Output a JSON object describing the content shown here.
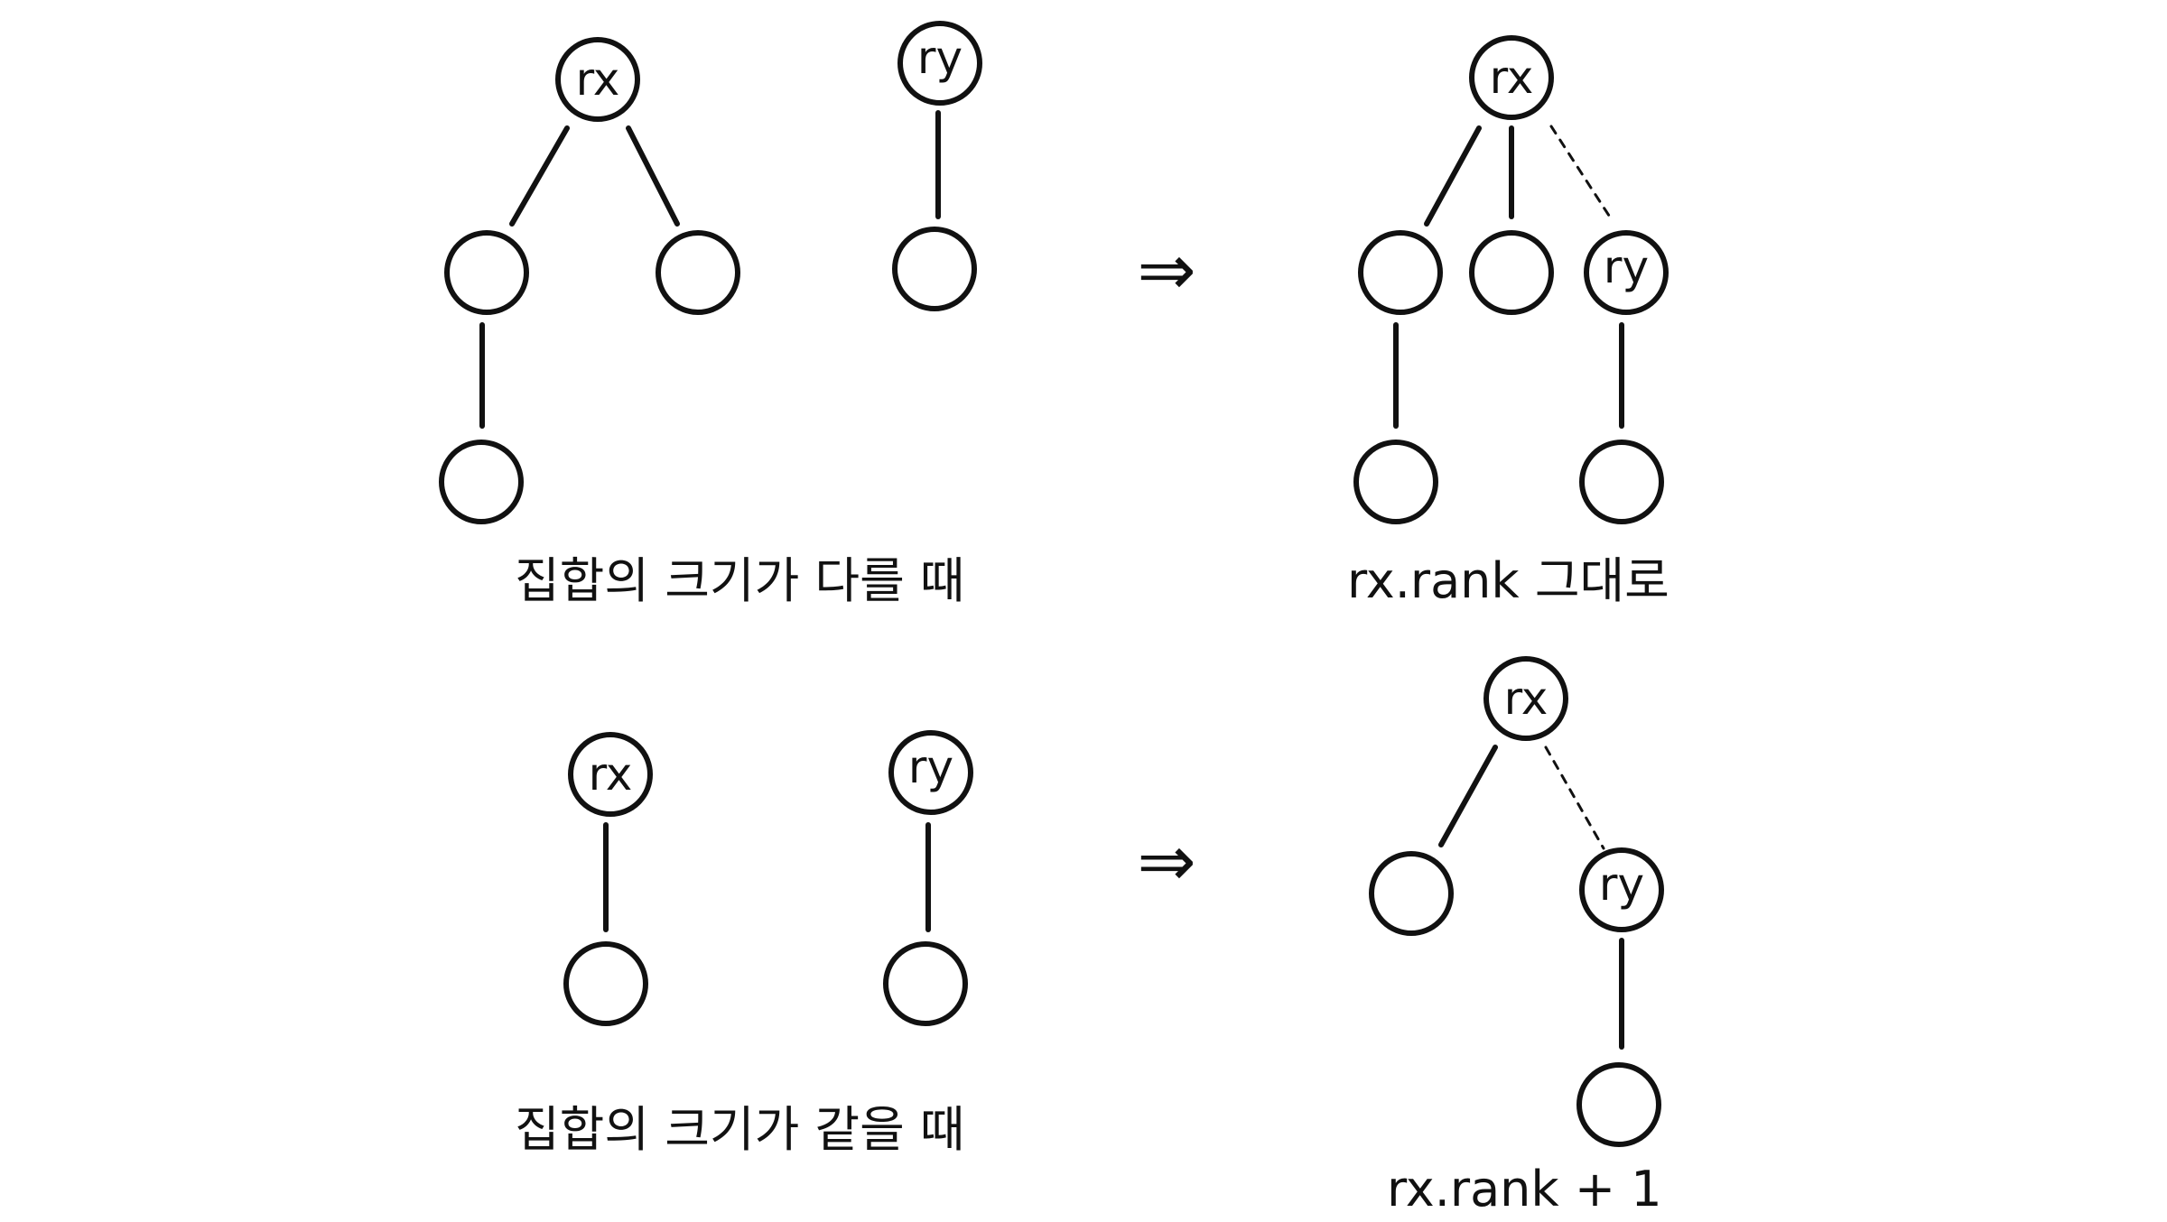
{
  "node_labels": {
    "rx": "rx",
    "ry": "ry"
  },
  "arrow": "⇒",
  "panels": {
    "different_sizes": {
      "caption": "집합의 크기가 다를 때",
      "result_caption": "rx.rank 그대로"
    },
    "equal_sizes": {
      "caption": "집합의 크기가 같을 때",
      "result_caption": "rx.rank + 1"
    }
  },
  "colors": {
    "ink": "#111111",
    "background": "#ffffff"
  }
}
